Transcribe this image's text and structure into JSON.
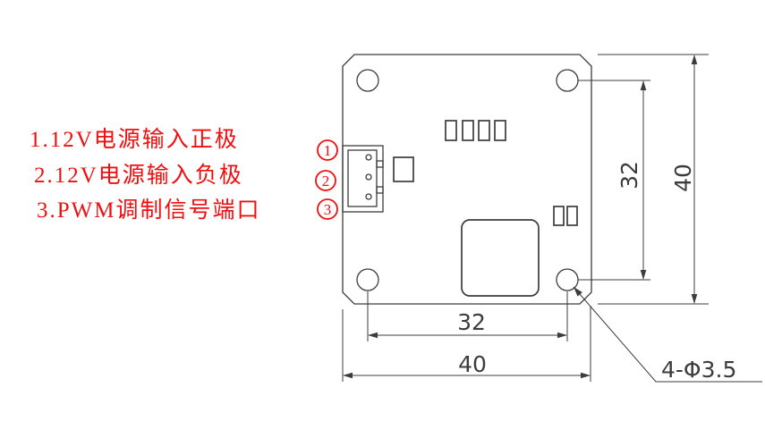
{
  "legend": {
    "line1": "1.12V电源输入正极",
    "line2": "2.12V电源输入负极",
    "line3": "3.PWM调制信号端口"
  },
  "callouts": {
    "c1": "1",
    "c2": "2",
    "c3": "3"
  },
  "dims": {
    "right_hole_spacing": "32",
    "right_board_size": "40",
    "bottom_hole_spacing": "32",
    "bottom_board_size": "40",
    "hole_note": "4-Φ3.5"
  },
  "colors": {
    "line": "#3c3c3c",
    "accent_red": "#f10e0e",
    "background": "#ffffff"
  }
}
